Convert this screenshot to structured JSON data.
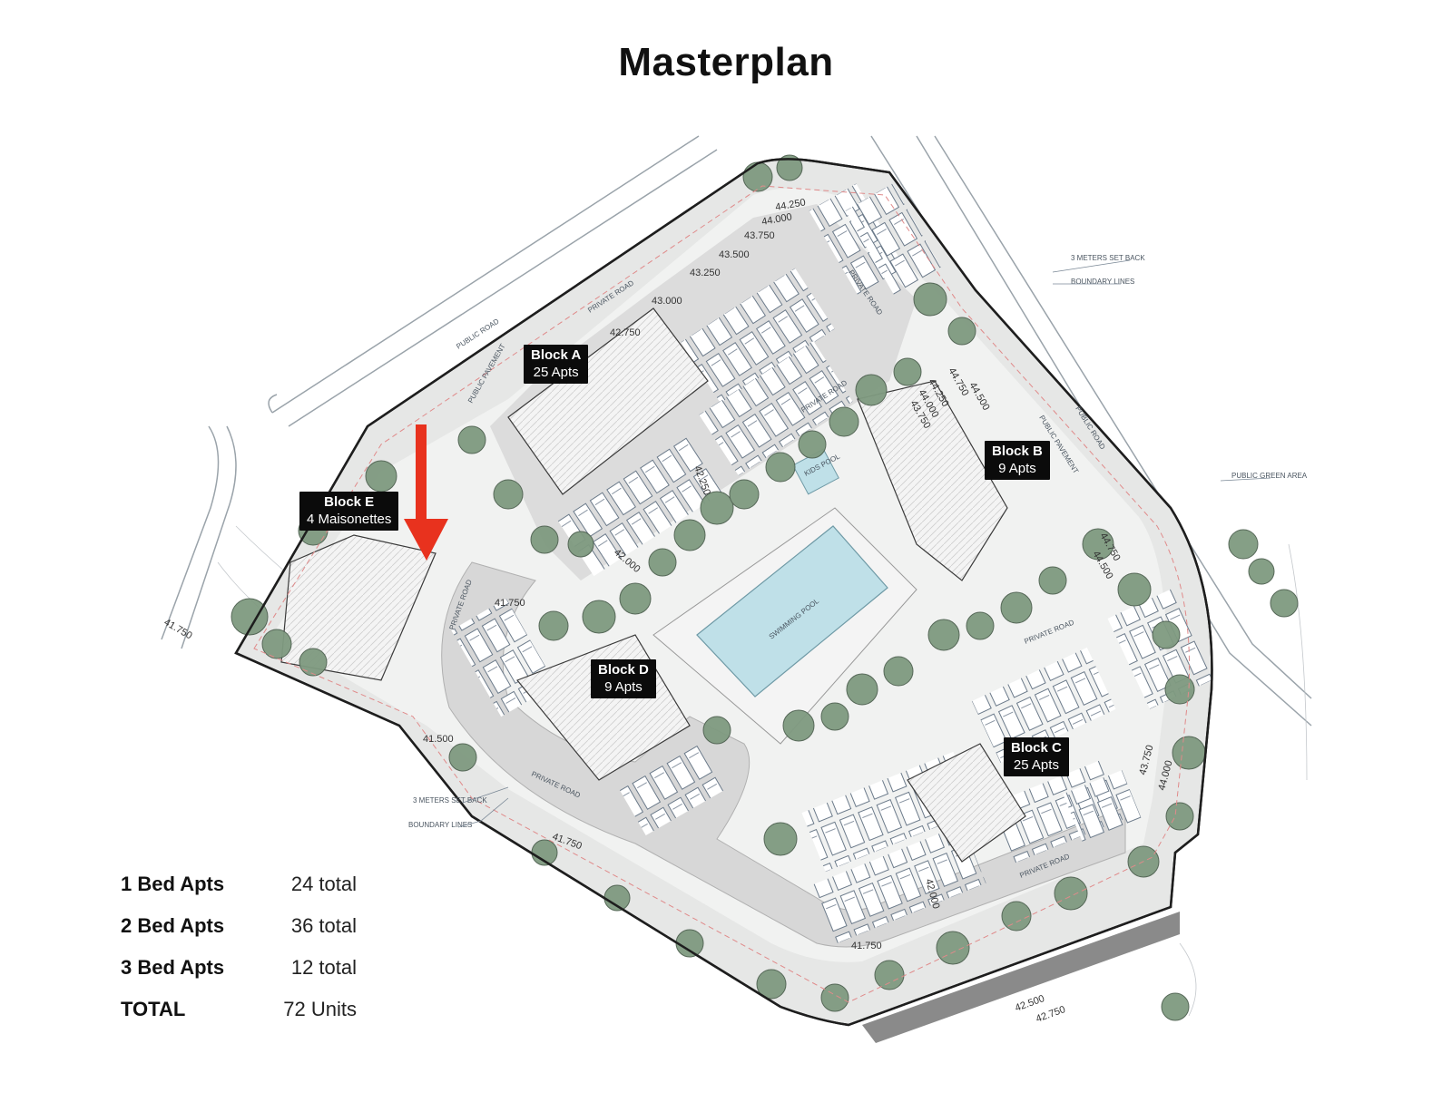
{
  "title": "Masterplan",
  "blocks": [
    {
      "name": "Block A",
      "units": "25 Apts"
    },
    {
      "name": "Block B",
      "units": "9 Apts"
    },
    {
      "name": "Block C",
      "units": "25 Apts"
    },
    {
      "name": "Block D",
      "units": "9 Apts"
    },
    {
      "name": "Block E",
      "units": "4 Maisonettes"
    }
  ],
  "roads": {
    "public_road": "PUBLIC ROAD",
    "public_pavement": "PUBLIC PAVEMENT",
    "private_road": "PRIVATE ROAD"
  },
  "plan_labels": {
    "swimming_pool": "SWIMMING POOL",
    "kids_pool": "KIDS POOL",
    "setback": "3 METERS SET BACK",
    "boundary": "BOUNDARY LINES",
    "public_green": "PUBLIC GREEN AREA"
  },
  "levels": [
    "44.250",
    "44.000",
    "43.750",
    "43.500",
    "43.250",
    "43.000",
    "42.750",
    "42.250",
    "42.000",
    "41.750",
    "41.500",
    "41.750",
    "44.750",
    "44.500",
    "44.250",
    "44.000",
    "43.750",
    "44.750",
    "44.500",
    "42.500",
    "42.750",
    "41.750",
    "43.750",
    "44.000",
    "42.000",
    "41.750"
  ],
  "unit_summary": [
    {
      "label": "1 Bed Apts",
      "value": "24 total"
    },
    {
      "label": "2 Bed Apts",
      "value": "36 total"
    },
    {
      "label": "3 Bed Apts",
      "value": "12 total"
    },
    {
      "label": "TOTAL",
      "value": "72 Units"
    }
  ],
  "colors": {
    "arrow": "#e8321e",
    "tree": "#7f9a80",
    "paving": "#dedede",
    "pool": "#b9dde6",
    "grass": "#eef0ee"
  }
}
